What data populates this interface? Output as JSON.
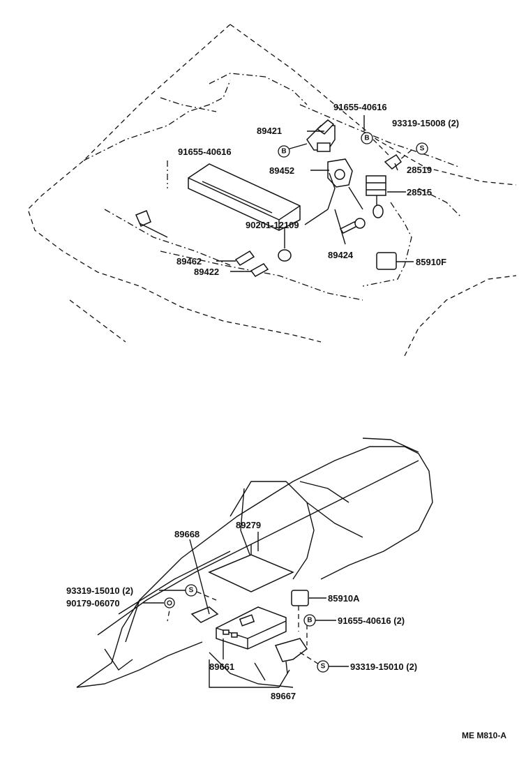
{
  "top_section": {
    "labels": {
      "p91655_40616_top": "91655-40616",
      "p93319_15008": "93319-15008 (2)",
      "p89421": "89421",
      "p91655_40616_left": "91655-40616",
      "p89452": "89452",
      "p28519": "28519",
      "p28515": "28515",
      "p90201_12109": "90201-12109",
      "p89462": "89462",
      "p89422": "89422",
      "p89424": "89424",
      "p85910F": "85910F"
    },
    "symbols": {
      "bolt": "B",
      "screw": "S"
    }
  },
  "bottom_section": {
    "labels": {
      "p89279": "89279",
      "p89668": "89668",
      "p93319_15010_left": "93319-15010 (2)",
      "p90179_06070": "90179-06070",
      "p85910A": "85910A",
      "p91655_40616_2": "91655-40616 (2)",
      "p93319_15010_right": "93319-15010 (2)",
      "p89661": "89661",
      "p89667": "89667"
    }
  },
  "footer": {
    "code": "ME M810-A"
  }
}
